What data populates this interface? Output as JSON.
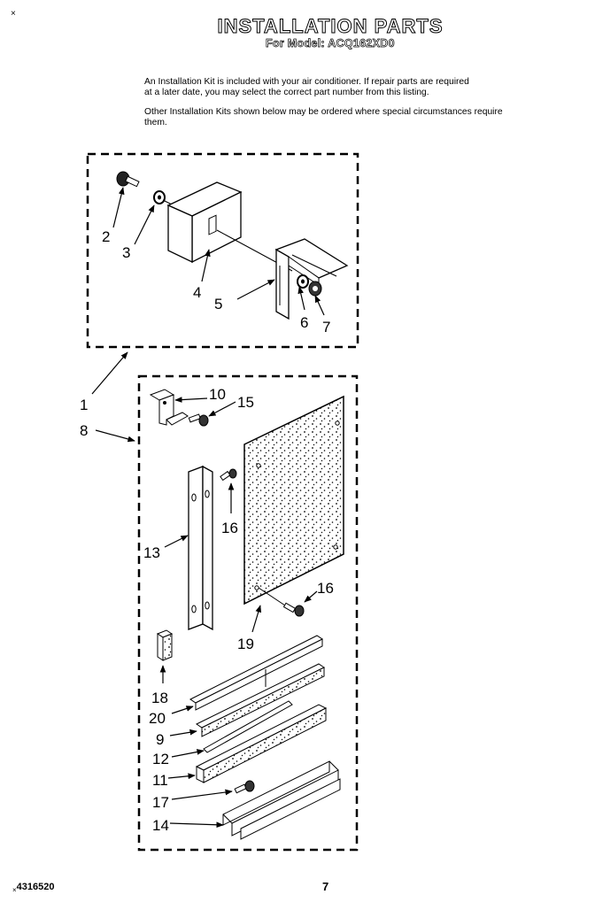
{
  "corner_mark": "×",
  "header": {
    "title": "INSTALLATION PARTS",
    "subtitle": "For Model: ACQ162XD0"
  },
  "intro": {
    "paragraph1_line1": "An Installation Kit is included with your air conditioner. If repair parts are required",
    "paragraph1_line2": "at a later date, you may select the correct part number from this listing.",
    "paragraph2_line1": "Other Installation Kits shown below may be ordered where special circumstances require",
    "paragraph2_line2": "them."
  },
  "callouts": {
    "c1": "1",
    "c2": "2",
    "c3": "3",
    "c4": "4",
    "c5": "5",
    "c6": "6",
    "c7": "7",
    "c8": "8",
    "c9": "9",
    "c10": "10",
    "c11": "11",
    "c12": "12",
    "c13": "13",
    "c14": "14",
    "c15": "15",
    "c16a": "16",
    "c16b": "16",
    "c17": "17",
    "c18": "18",
    "c19": "19",
    "c20": "20"
  },
  "footer": {
    "mark": "×",
    "doc_number": "4316520",
    "page_number": "7"
  }
}
